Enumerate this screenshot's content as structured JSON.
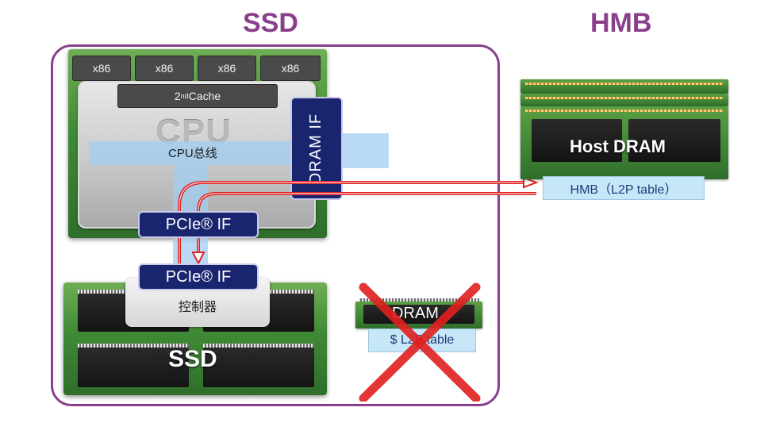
{
  "titles": {
    "ssd": "SSD",
    "hmb": "HMB"
  },
  "cpu": {
    "cores": [
      "x86",
      "x86",
      "x86",
      "x86"
    ],
    "cache_sup": "nd",
    "cache_prefix": "2",
    "cache_label": " Cache",
    "cpu_text": "CPU",
    "bus_label": "CPU总线"
  },
  "interfaces": {
    "dram_if": "DRAM IF",
    "pcie_if_top": "PCIe® IF",
    "pcie_if_bottom": "PCIe® IF"
  },
  "ssd_board": {
    "controller": "控制器",
    "label": "SSD"
  },
  "removed_dram": {
    "chip_label": "DRAM",
    "table_label": "$ L2P table"
  },
  "host": {
    "dram_label": "Host DRAM",
    "hmb_table": "HMB（L2P table）"
  },
  "colors": {
    "accent_purple": "#8a3f8c",
    "interface_navy": "#1a2570",
    "arrow_red": "#e02020",
    "cross_red": "#e02020"
  }
}
